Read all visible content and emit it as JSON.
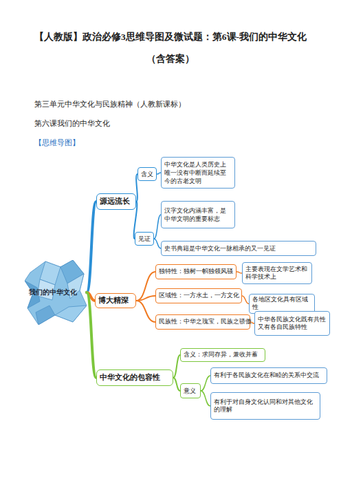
{
  "diagram": {
    "title": "【人教版】政治必修3思维导图及微试题：第6课-我们的中华文化（含答案）",
    "nodes": [
      {
        "text": [
          "我们的中华文化"
        ]
      },
      {
        "text": [
          "源远流长"
        ]
      },
      {
        "text": [
          "含义"
        ]
      },
      {
        "text": [
          "中华文化是人类历史上唯一没有中断而延续至今的古老文明"
        ]
      },
      {
        "text": [
          "见证"
        ]
      },
      {
        "text": [
          "汉字文化内涵丰富，是中华文明的重要标志"
        ]
      },
      {
        "text": [
          "史书典籍是中华文化一脉相承的又一见证"
        ]
      },
      {
        "text": [
          "博大精深"
        ]
      },
      {
        "text": [
          "独特性：独树一帜独领风骚"
        ]
      },
      {
        "text": [
          "主要表现在文学艺术和科学技术上"
        ]
      },
      {
        "text": [
          "区域性：一方水土，一方文化"
        ]
      },
      {
        "text": [
          "各地区文化具有区域性"
        ]
      },
      {
        "text": [
          "民族性：中华之瑰宝，民族之骄傲"
        ]
      },
      {
        "text": [
          "中华各民族文化既有共性又有各自民族特性"
        ]
      },
      {
        "text": [
          "中华文化的包容性"
        ]
      },
      {
        "text": [
          "含义：求同存异，兼收并蓄"
        ]
      },
      {
        "text": [
          "意义"
        ]
      },
      {
        "text": [
          "有利于各民族文化在和睦的关系中交流"
        ]
      },
      {
        "text": [
          "有利于对自身文化认同和对其他文化的理解"
        ]
      }
    ],
    "edges": [
      {
        "from": 0,
        "to": 1,
        "arrow": "none"
      },
      {
        "from": 1,
        "to": 2,
        "arrow": "none"
      },
      {
        "from": 1,
        "to": 4,
        "arrow": "none"
      },
      {
        "from": 2,
        "to": 3,
        "arrow": "none"
      },
      {
        "from": 4,
        "to": 5,
        "arrow": "none"
      },
      {
        "from": 4,
        "to": 6,
        "arrow": "none"
      },
      {
        "from": 0,
        "to": 7,
        "arrow": "none"
      },
      {
        "from": 7,
        "to": 8,
        "arrow": "none"
      },
      {
        "from": 7,
        "to": 10,
        "arrow": "none"
      },
      {
        "from": 7,
        "to": 12,
        "arrow": "none"
      },
      {
        "from": 8,
        "to": 9,
        "arrow": "none"
      },
      {
        "from": 10,
        "to": 11,
        "arrow": "none"
      },
      {
        "from": 12,
        "to": 13,
        "arrow": "none"
      },
      {
        "from": 0,
        "to": 14,
        "arrow": "none"
      },
      {
        "from": 14,
        "to": 15,
        "arrow": "none"
      },
      {
        "from": 14,
        "to": 16,
        "arrow": "none"
      },
      {
        "from": 16,
        "to": 17,
        "arrow": "none"
      },
      {
        "from": 16,
        "to": 18,
        "arrow": "none"
      }
    ],
    "labels": [
      "第三单元中华文化与民族精神（人教新课标）",
      "第六课我们的中华文化",
      "【思维导图】"
    ]
  }
}
